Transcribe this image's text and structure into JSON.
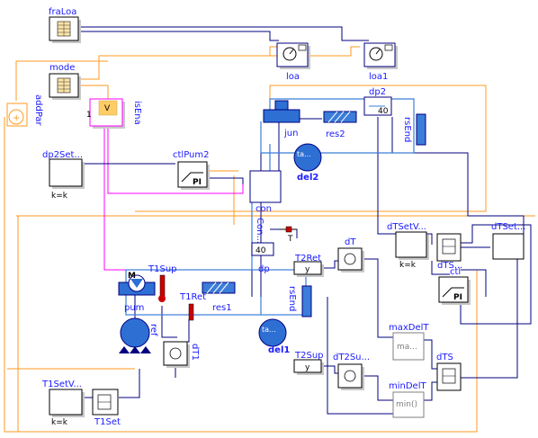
{
  "blocks": {
    "fraLoa": "fraLoa",
    "mode": "mode",
    "addPar": "addPar",
    "isEna": "isEna",
    "V": "V",
    "dp2Set": "dp2Set...",
    "dp2Set_param": "k=k",
    "ctlPum2": "ctlPum2",
    "ctlPum2_pi": "PI",
    "loa": "loa",
    "loa1": "loa1",
    "dp2": "dp2",
    "res2": "res2",
    "jun": "jun",
    "del2": "del2",
    "del2_inner": "ta...",
    "rsEnd2": "rsEnd",
    "con": "con",
    "con_sub": "Con...",
    "dp": "dp",
    "T2Ret": "T2Ret",
    "T2Ret_val": "y",
    "dT": "dT",
    "dTSetV": "dTSetV...",
    "dTSetV_param": "k=k",
    "dTS_top": "dTS...",
    "dTSet": "dTSet...",
    "ctl": "ctl",
    "ctl_pi": "PI",
    "T1Sup": "T1Sup",
    "T1Ret": "T1Ret",
    "pum": "pum",
    "res1": "res1",
    "ref": "ref",
    "del1": "del1",
    "del1_inner": "ta...",
    "rsEnd1": "rsEnd",
    "dT1": "dT1",
    "T2Sup": "T2Sup",
    "T2Sup_val": "y",
    "dT2Sup": "dT2Su...",
    "maxDelT": "maxDelT",
    "maxDelT_inner": "ma...",
    "minDelT": "minDelT",
    "minDelT_inner": "min()",
    "dTS_bot": "dTS",
    "T1SetV": "T1SetV...",
    "T1SetV_param": "k=k",
    "T1Set": "T1Set",
    "dp2_val": "40",
    "T_sym": "T",
    "one": "1"
  },
  "colors": {
    "signal": "#00007f",
    "boolean": "#ff00ff",
    "integer": "#ff9a1f",
    "fluid": "#3b7dd8",
    "label": "#1a1aff"
  }
}
